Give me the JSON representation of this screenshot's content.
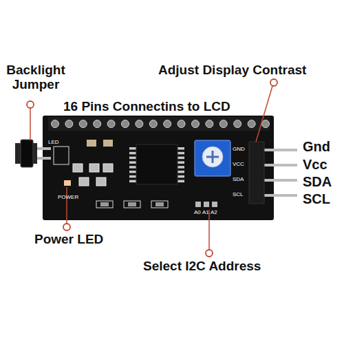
{
  "diagram": {
    "labels": [
      "Backlight Jumper",
      "Adjust Display Contrast",
      "16 Pins Connectins to LCD",
      "LED",
      "POWER",
      "GND",
      "VCC",
      "SDA",
      "SCL",
      "A0",
      "A1",
      "A2",
      "Gnd",
      "Vcc",
      "SDA",
      "SCL",
      "Power LED",
      "Select I2C Address"
    ]
  }
}
